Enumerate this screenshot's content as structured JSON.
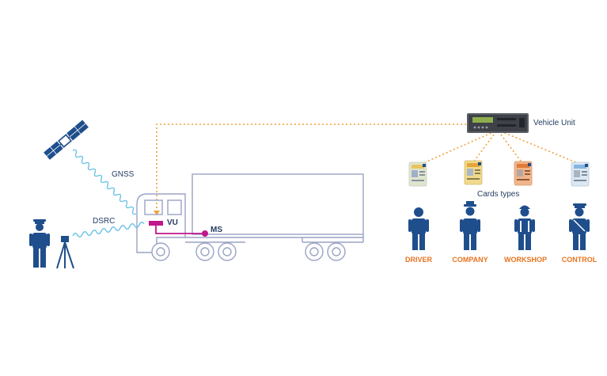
{
  "labels": {
    "gnss": "GNSS",
    "dsrc": "DSRC",
    "vu": "VU",
    "ms": "MS",
    "vehicle_unit": "Vehicle Unit",
    "cards_types": "Cards types"
  },
  "roles": [
    "DRIVER",
    "COMPANY",
    "WORKSHOP",
    "CONTROL"
  ],
  "colors": {
    "navy": "#1f4e8c",
    "truck_outline": "#9aa3c4",
    "orange": "#e8731f",
    "dotted_link": "#f0a23a",
    "magenta": "#c0168c",
    "wave": "#6cc3e6"
  }
}
